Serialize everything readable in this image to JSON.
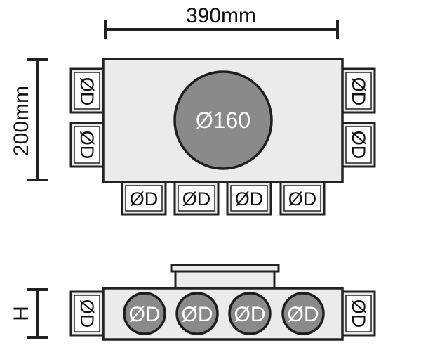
{
  "top_view": {
    "width_label": "390mm",
    "height_label": "200mm",
    "center_label": "Ø160",
    "side_port_label": "ØD",
    "bottom_port_label": "ØD"
  },
  "side_view": {
    "height_label": "H",
    "side_port_label": "ØD",
    "front_port_label": "ØD"
  },
  "colors": {
    "box_fill": "#ebebeb",
    "circle_fill": "#8a8a8a",
    "line": "#222222"
  }
}
